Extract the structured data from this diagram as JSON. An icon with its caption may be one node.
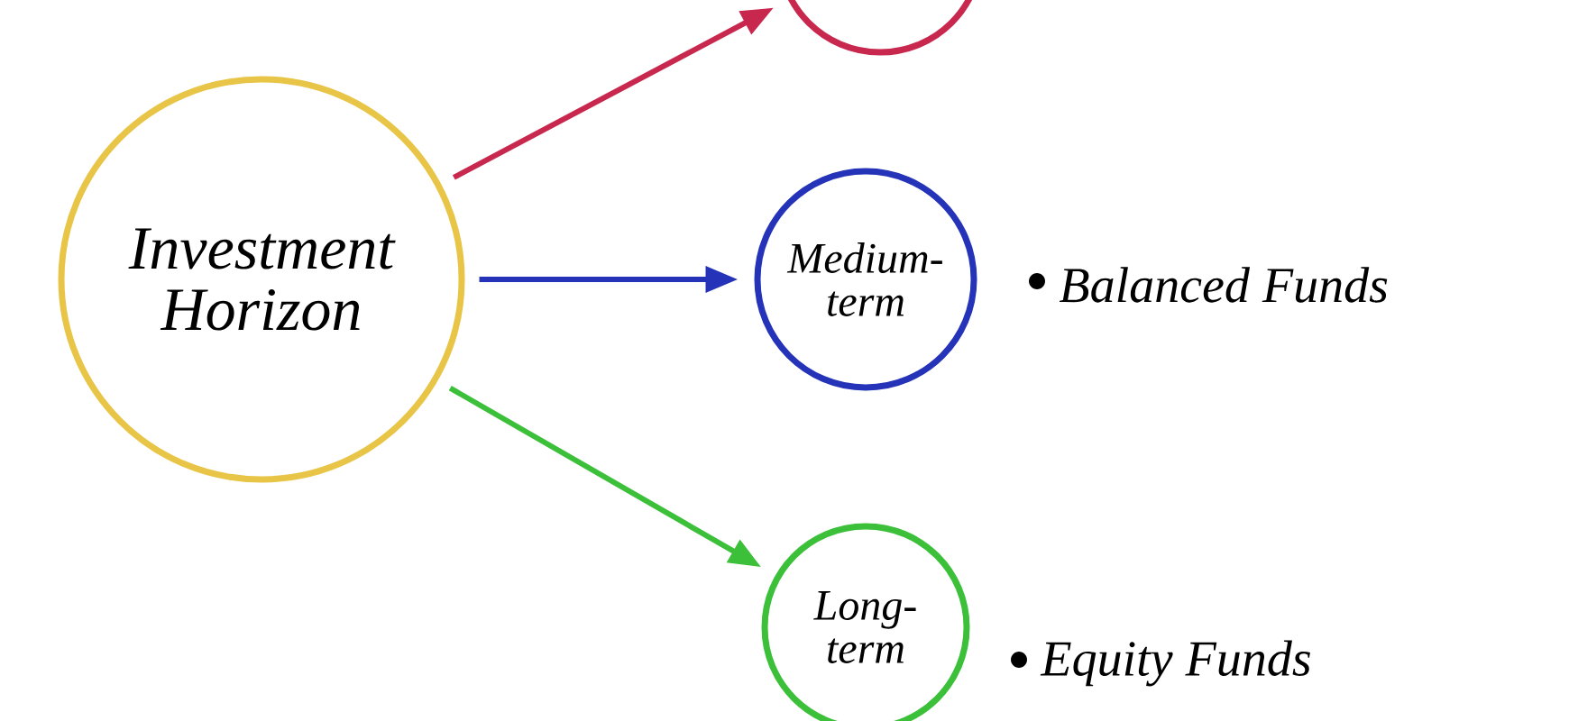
{
  "diagram": {
    "nodes": [
      {
        "text": [
          "Investment Horizon"
        ]
      },
      {
        "text": [],
        "shape": "circle"
      },
      {
        "text": [
          "Medium- term"
        ],
        "beside": [
          "Balanced Funds"
        ]
      },
      {
        "text": [
          "Long- term"
        ],
        "beside": [
          "Equity Funds"
        ]
      }
    ],
    "edges": [
      {
        "from": 0,
        "to": 1,
        "arrow": "to",
        "color": "#c8284e"
      },
      {
        "from": 0,
        "to": 2,
        "arrow": "to",
        "color": "#2433b8"
      },
      {
        "from": 0,
        "to": 3,
        "arrow": "to",
        "color": "#3cc03a"
      }
    ]
  }
}
